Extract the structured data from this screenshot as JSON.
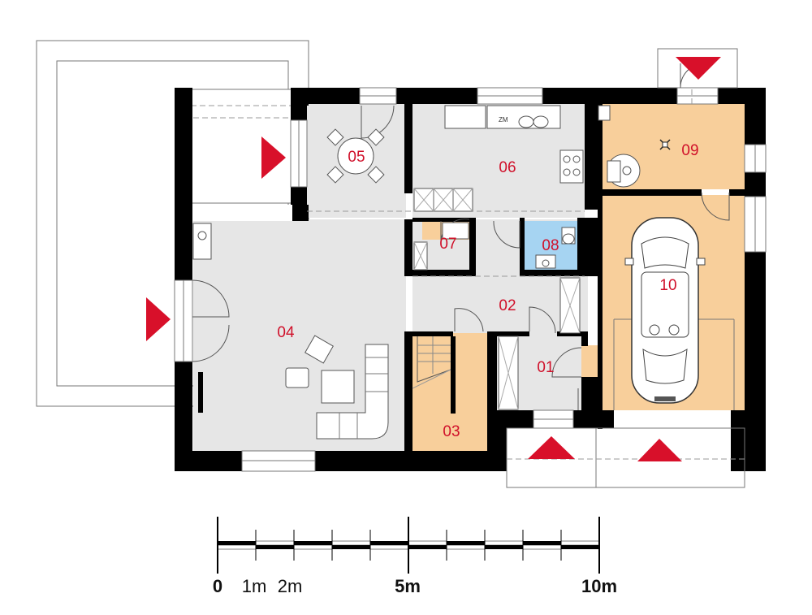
{
  "colors": {
    "wall": "#000000",
    "living": "#e6e6e6",
    "garage": "#f8cf9b",
    "bathroom": "#a6d4f2",
    "arrow": "#d8102a",
    "label": "#d0102a"
  },
  "rooms": [
    {
      "id": "01",
      "label": "01"
    },
    {
      "id": "02",
      "label": "02"
    },
    {
      "id": "03",
      "label": "03"
    },
    {
      "id": "04",
      "label": "04"
    },
    {
      "id": "05",
      "label": "05"
    },
    {
      "id": "06",
      "label": "06"
    },
    {
      "id": "07",
      "label": "07"
    },
    {
      "id": "08",
      "label": "08"
    },
    {
      "id": "09",
      "label": "09"
    },
    {
      "id": "10",
      "label": "10"
    }
  ],
  "fixtures": {
    "washing_machine_label": "ZM"
  },
  "scale_bar": {
    "labels": [
      "0",
      "1m",
      "2m",
      "5m",
      "10m"
    ]
  },
  "icons": [
    "entrance-arrow-icon",
    "car-icon",
    "ceiling-light-icon"
  ]
}
